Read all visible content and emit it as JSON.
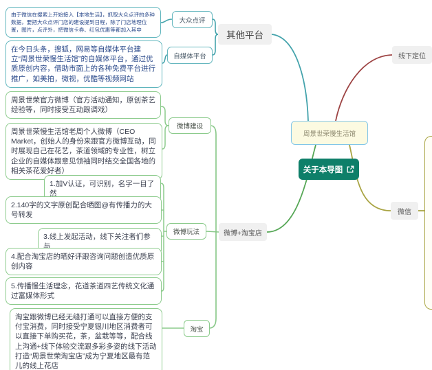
{
  "mindmap": {
    "center": {
      "label": "周景世荣慢生活馆"
    },
    "about_button": {
      "label": "关于本导图",
      "icon": "external-link-icon"
    },
    "branch_other": {
      "label": "其他平台",
      "dianping": {
        "label": "大众点评",
        "note": "由于微信在搜索上开始接入【本地生活】，抓取大众点评的多种数据，要把大众点评门店的建设提到日程，除了门店地理位置，图片，点评外，把微信卡券、红包优惠等都加入其中"
      },
      "selfmedia": {
        "label": "自媒体平台",
        "note": "在今日头条，搜狐，网易等自媒体平台建立“周景世荣慢生活馆”的自媒体平台，通过优质原创内容，借助市面上的各种免费平台进行推广，如美拍，微视，优酷等视频网站"
      }
    },
    "branch_offline": {
      "label": "线下定位"
    },
    "branch_wechat": {
      "label": "微信"
    },
    "branch_weibo_taobao": {
      "label": "微博+淘宝店",
      "weibo_build": {
        "label": "微博建设",
        "notes": [
          "周景世荣官方微博（官方活动通知，原创茶艺经验等，同时接受互动跟调戏）",
          "周景世荣慢生活馆老周个人微博（CEO Market，创始人的身份来跟官方微博互动，同时展现自己在花艺，茶道领域的专业性，树立企业的自媒体跟意见领袖同时结交全国各地的相关茶花爱好者）"
        ]
      },
      "weibo_play": {
        "label": "微博玩法",
        "items": [
          "1.加V认证，可识别，名字一目了然",
          "2.140字的文字原创配合晒图@有传播力的大号转发",
          "3.线上发起活动，线下关注者们参与",
          "4.配合淘宝店的晒好评跟咨询问题创造优质原创内容",
          "5.传播慢生活理念，花道茶道四艺传统文化通过富媒体形式"
        ]
      },
      "taobao": {
        "label": "淘宝",
        "note": "淘宝跟微博已经无缝打通可以直接方便的支付宝消费，同时接受宁夏银川地区消费者可以直接下单购买花，茶，盆栽等等，配合线上沟通+线下体验交流跟多彩多姿的线下活动打造“周景世荣淘宝店”成为宁夏地区最有范儿的线上花店"
      }
    },
    "colors": {
      "teal_line": "#44a3ac",
      "green_line": "#56a756",
      "green_light": "#86c786",
      "maroon_line": "#9d4343",
      "olive_line": "#a9a443",
      "center_bg": "#fcfae1",
      "center_border": "#82c6e8",
      "button_bg": "#0e7f69",
      "gray_node_bg": "#f0f0f0"
    }
  }
}
